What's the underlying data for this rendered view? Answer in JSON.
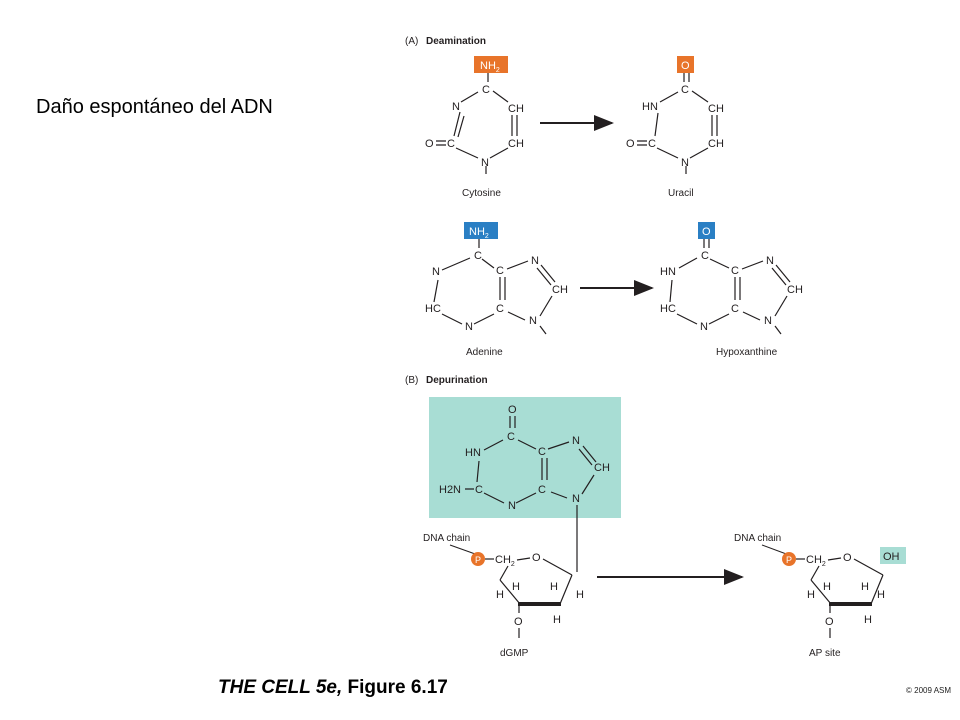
{
  "slide_title": "Daño espontáneo del ADN",
  "section_a": {
    "tag": "(A)",
    "title": "Deamination"
  },
  "section_b": {
    "tag": "(B)",
    "title": "Depurination"
  },
  "cytosine": {
    "name": "Cytosine",
    "substituent": "NH2",
    "substituent_color": "#e8742a",
    "atoms": {
      "c4": "C",
      "n3": "N",
      "c5": "CH",
      "c2": "C",
      "c6": "CH",
      "n1": "N",
      "o2": "O"
    }
  },
  "uracil": {
    "name": "Uracil",
    "substituent": "O",
    "substituent_color": "#e8742a",
    "atoms": {
      "c4": "C",
      "n3": "HN",
      "c5": "CH",
      "c2": "C",
      "c6": "CH",
      "n1": "N",
      "o2": "O"
    }
  },
  "adenine": {
    "name": "Adenine",
    "substituent": "NH2",
    "substituent_color": "#2a7fc4",
    "atoms": {
      "c6": "C",
      "n1": "N",
      "c2": "HC",
      "n3": "N",
      "c4": "C",
      "c5": "C",
      "n7": "N",
      "c8": "CH",
      "n9": "N"
    }
  },
  "hypoxanthine": {
    "name": "Hypoxanthine",
    "substituent": "O",
    "substituent_color": "#2a7fc4",
    "atoms": {
      "c6": "C",
      "n1": "HN",
      "c2": "HC",
      "n3": "N",
      "c4": "C",
      "c5": "C",
      "n7": "N",
      "c8": "CH",
      "n9": "N"
    }
  },
  "guanine": {
    "highlight_color": "#a8ddd4",
    "atoms": {
      "o6": "O",
      "c6": "C",
      "n1": "HN",
      "c2": "C",
      "nh2": "H2N",
      "n3": "N",
      "c4": "C",
      "c5": "C",
      "n7": "N",
      "c8": "CH",
      "n9": "N"
    }
  },
  "dgmp": {
    "name": "dGMP",
    "chain_label": "DNA chain",
    "phosphate": "P",
    "phosphate_color": "#e8742a",
    "ch2": "CH2",
    "ring_o": "O",
    "h": "H",
    "o_minus": "O"
  },
  "ap_site": {
    "name": "AP site",
    "chain_label": "DNA chain",
    "phosphate": "P",
    "phosphate_color": "#e8742a",
    "ch2": "CH2",
    "ring_o": "O",
    "h": "H",
    "o_minus": "O",
    "oh": "OH",
    "oh_color": "#a8ddd4"
  },
  "credit": {
    "book": "THE CELL 5e,",
    "figure": "Figure 6.17"
  },
  "copyright": "© 2009 ASM"
}
